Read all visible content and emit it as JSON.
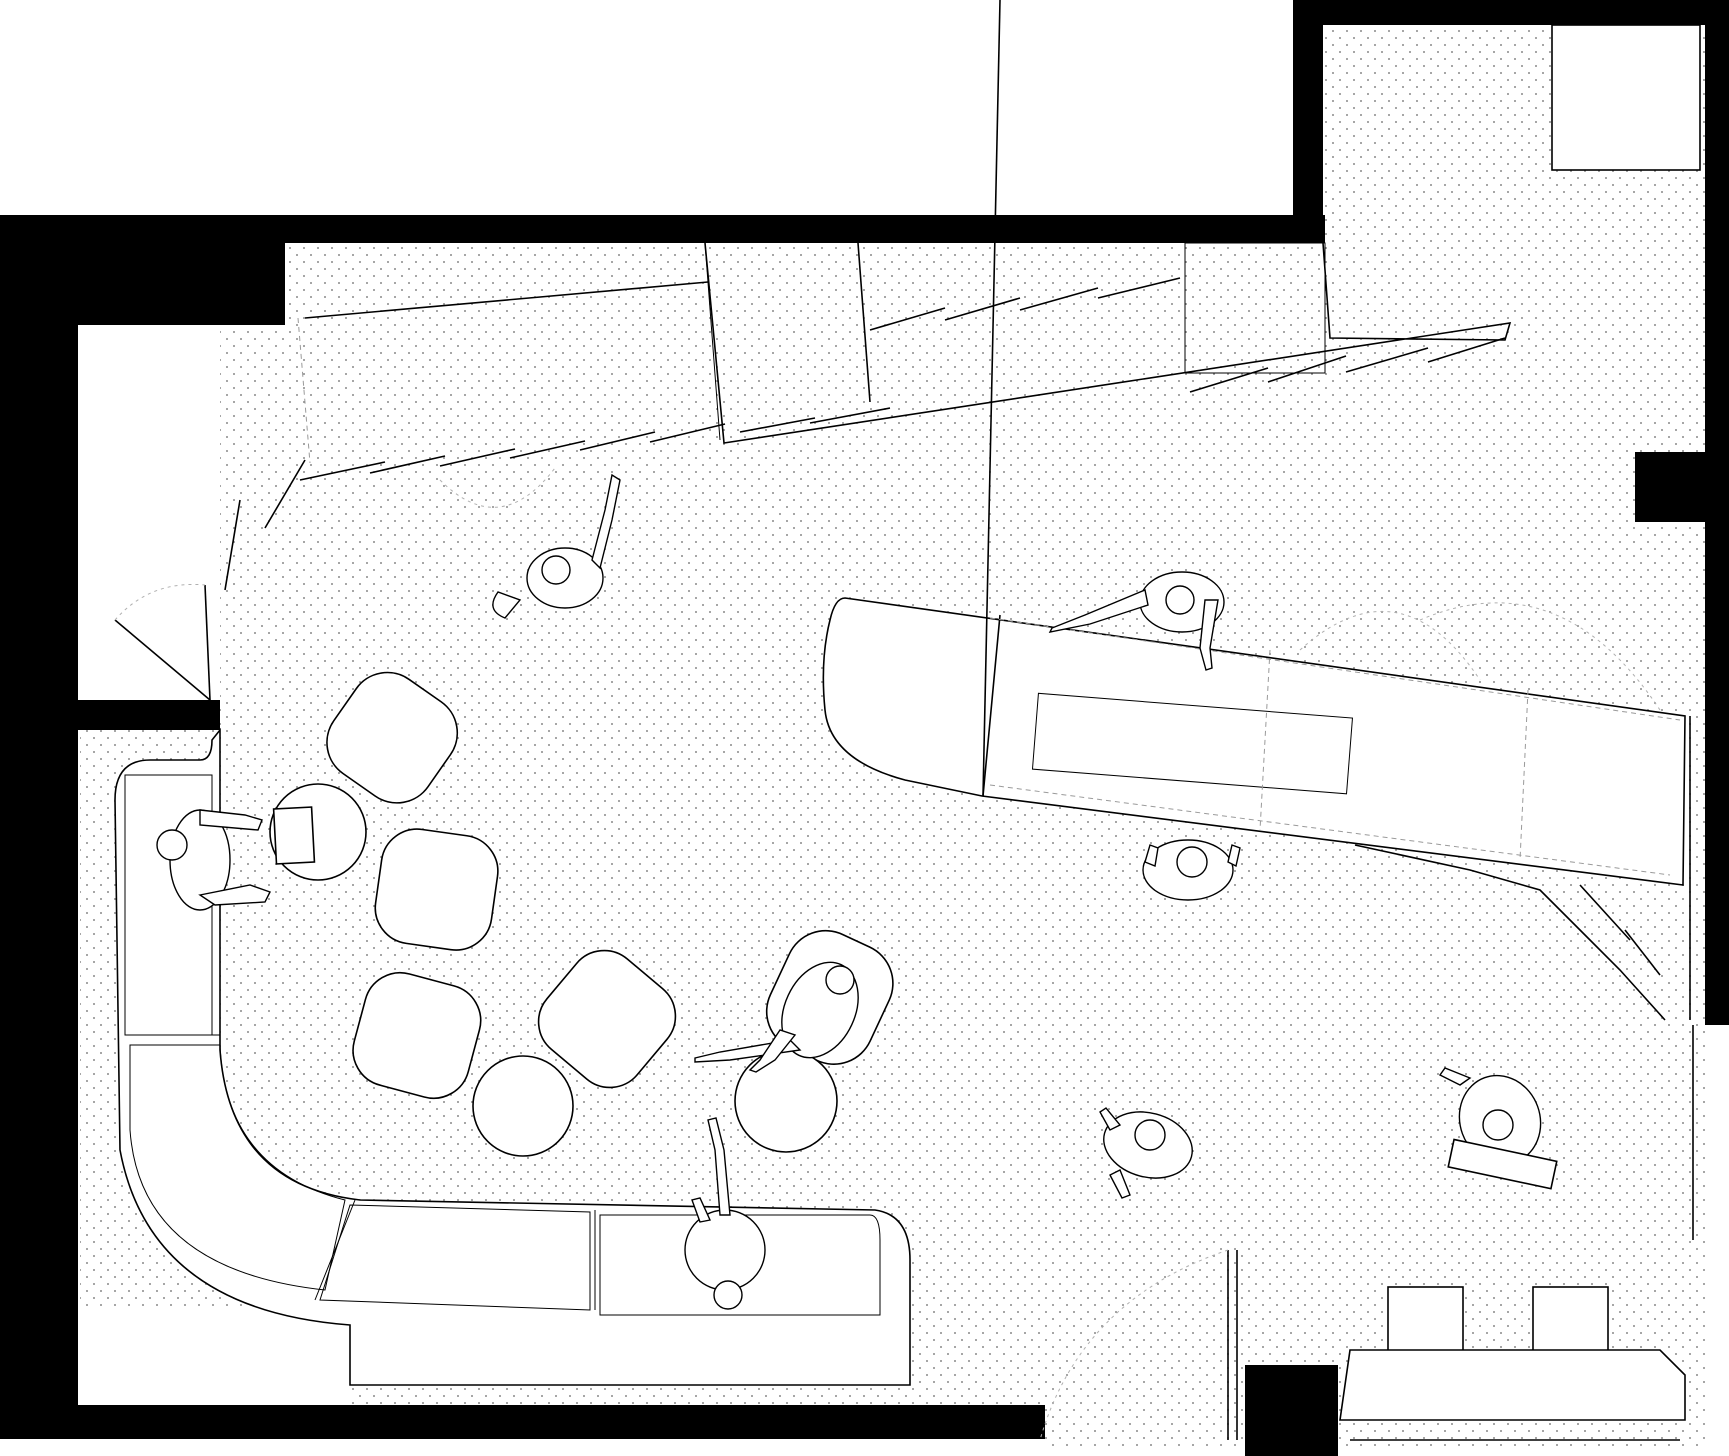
{
  "drawing": {
    "kind": "architectural floor plan",
    "view": "top-down",
    "colors": {
      "wall": "#000000",
      "floor_dots": "#8a8a8a",
      "line": "#000000",
      "background": "#ffffff"
    }
  },
  "legend_icons": [
    "wall",
    "glass-partition",
    "service-counter",
    "lounge-chair",
    "round-table",
    "banquette-sofa",
    "person-figure",
    "door-swing"
  ]
}
